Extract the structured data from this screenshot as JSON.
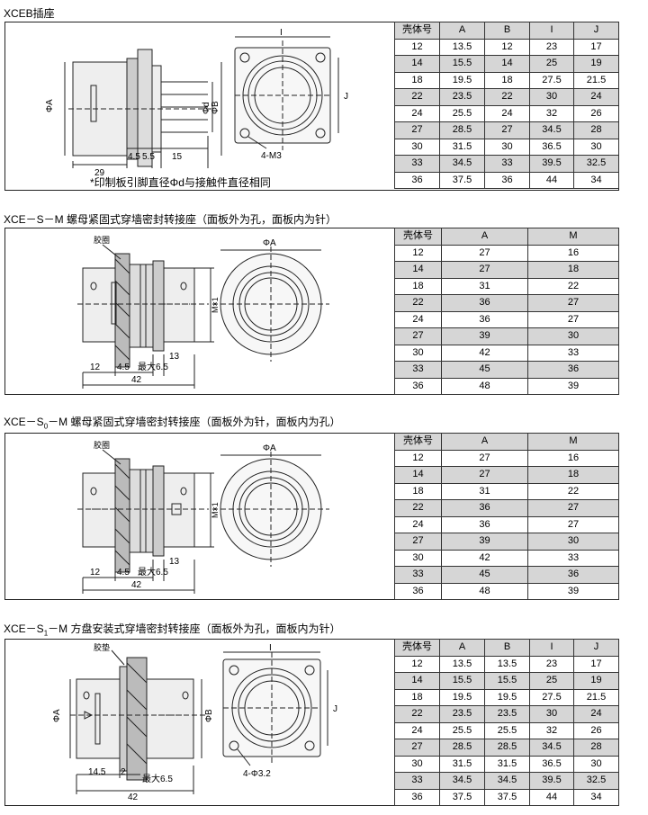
{
  "sections": [
    {
      "title": "XCEB插座",
      "note": "*印制板引脚直径Φd与接触件直径相同",
      "headers": [
        "壳体号",
        "A",
        "B",
        "I",
        "J"
      ],
      "rows": [
        [
          "12",
          "13.5",
          "12",
          "23",
          "17"
        ],
        [
          "14",
          "15.5",
          "14",
          "25",
          "19"
        ],
        [
          "18",
          "19.5",
          "18",
          "27.5",
          "21.5"
        ],
        [
          "22",
          "23.5",
          "22",
          "30",
          "24"
        ],
        [
          "24",
          "25.5",
          "24",
          "32",
          "26"
        ],
        [
          "27",
          "28.5",
          "27",
          "34.5",
          "28"
        ],
        [
          "30",
          "31.5",
          "30",
          "36.5",
          "30"
        ],
        [
          "33",
          "34.5",
          "33",
          "39.5",
          "32.5"
        ],
        [
          "36",
          "37.5",
          "36",
          "44",
          "34"
        ]
      ],
      "labels": {
        "phiA": "ΦA",
        "phid": "Φd",
        "phiB": "ΦB",
        "d29": "29",
        "d45": "4.5",
        "d55": "5.5",
        "d15": "15",
        "I": "I",
        "J": "J",
        "holes": "4-M3"
      }
    },
    {
      "title": "XCE－S－M  螺母紧固式穿墙密封转接座（面板外为孔，面板内为针）",
      "headers": [
        "壳体号",
        "A",
        "M"
      ],
      "rows": [
        [
          "12",
          "27",
          "16"
        ],
        [
          "14",
          "27",
          "18"
        ],
        [
          "18",
          "31",
          "22"
        ],
        [
          "22",
          "36",
          "27"
        ],
        [
          "24",
          "36",
          "27"
        ],
        [
          "27",
          "39",
          "30"
        ],
        [
          "30",
          "42",
          "33"
        ],
        [
          "33",
          "45",
          "36"
        ],
        [
          "36",
          "48",
          "39"
        ]
      ],
      "labels": {
        "gasket": "胶圈",
        "phiA": "ΦA",
        "thread": "M×1",
        "d12": "12",
        "d45": "4.5",
        "dmax": "最大6.5",
        "d13": "13",
        "d42": "42"
      }
    },
    {
      "title_prefix": "XCE－S",
      "title_sub": "0",
      "title_suffix": "－M  螺母紧固式穿墙密封转接座（面板外为针，面板内为孔）",
      "headers": [
        "壳体号",
        "A",
        "M"
      ],
      "rows": [
        [
          "12",
          "27",
          "16"
        ],
        [
          "14",
          "27",
          "18"
        ],
        [
          "18",
          "31",
          "22"
        ],
        [
          "22",
          "36",
          "27"
        ],
        [
          "24",
          "36",
          "27"
        ],
        [
          "27",
          "39",
          "30"
        ],
        [
          "30",
          "42",
          "33"
        ],
        [
          "33",
          "45",
          "36"
        ],
        [
          "36",
          "48",
          "39"
        ]
      ],
      "labels": {
        "gasket": "胶圈",
        "phiA": "ΦA",
        "thread": "M×1",
        "d12": "12",
        "d45": "4.5",
        "dmax": "最大6.5",
        "d13": "13",
        "d42": "42"
      }
    },
    {
      "title_prefix": "XCE－S",
      "title_sub": "1",
      "title_suffix": "－M  方盘安装式穿墙密封转接座（面板外为孔，面板内为针）",
      "headers": [
        "壳体号",
        "A",
        "B",
        "I",
        "J"
      ],
      "rows": [
        [
          "12",
          "13.5",
          "13.5",
          "23",
          "17"
        ],
        [
          "14",
          "15.5",
          "15.5",
          "25",
          "19"
        ],
        [
          "18",
          "19.5",
          "19.5",
          "27.5",
          "21.5"
        ],
        [
          "22",
          "23.5",
          "23.5",
          "30",
          "24"
        ],
        [
          "24",
          "25.5",
          "25.5",
          "32",
          "26"
        ],
        [
          "27",
          "28.5",
          "28.5",
          "34.5",
          "28"
        ],
        [
          "30",
          "31.5",
          "31.5",
          "36.5",
          "30"
        ],
        [
          "33",
          "34.5",
          "34.5",
          "39.5",
          "32.5"
        ],
        [
          "36",
          "37.5",
          "37.5",
          "44",
          "34"
        ]
      ],
      "labels": {
        "pad": "胶垫",
        "phiA": "ΦA",
        "phiB": "ΦB",
        "I": "I",
        "J": "J",
        "d145": "14.5",
        "d2": "2",
        "dmax": "最大6.5",
        "d42": "42",
        "holes": "4-Φ3.2"
      }
    }
  ]
}
